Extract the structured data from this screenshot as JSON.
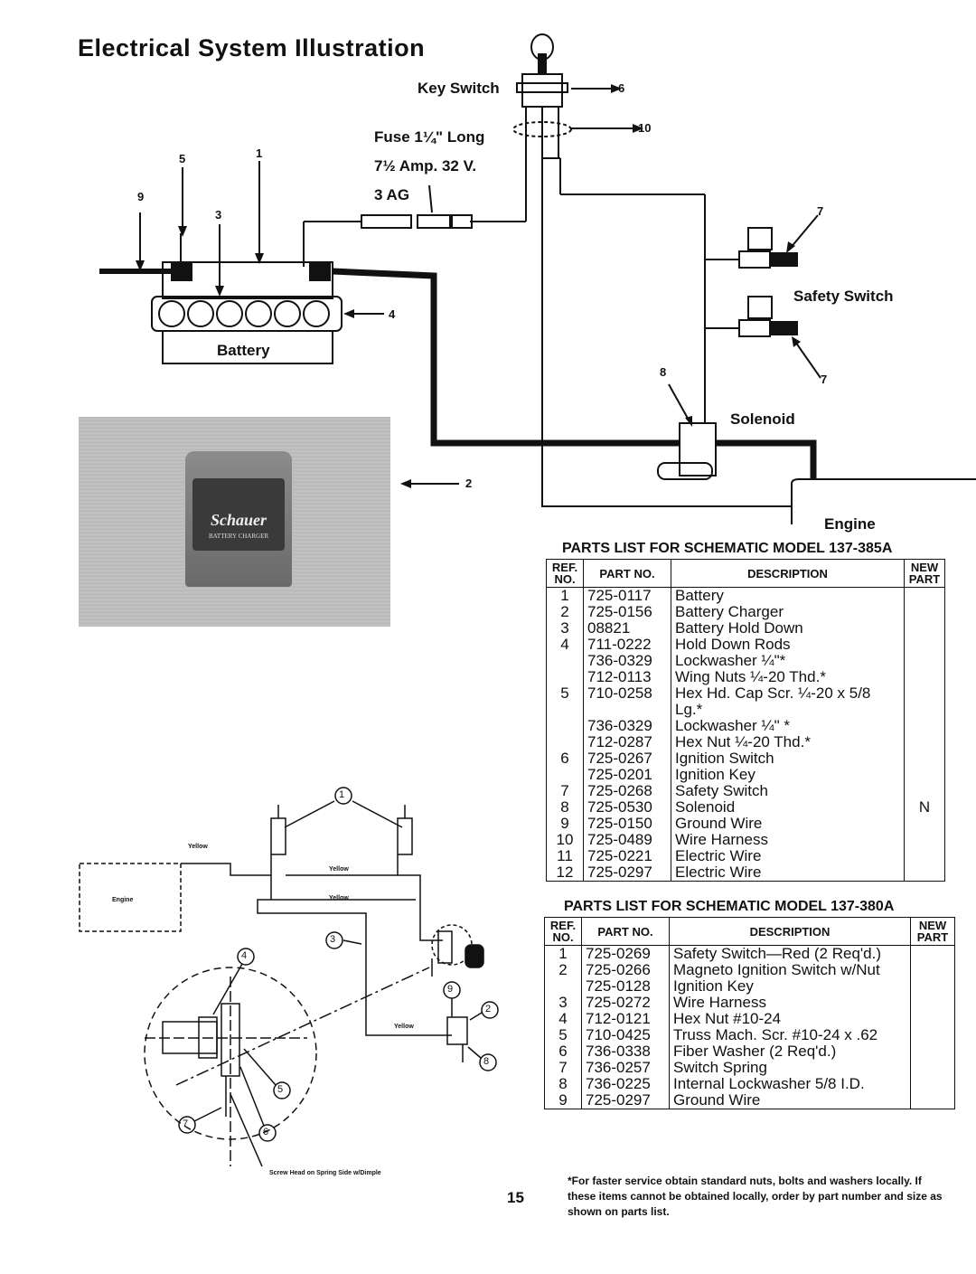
{
  "page": {
    "title": "Electrical System Illustration",
    "page_number": "15"
  },
  "schematic": {
    "labels": {
      "key_switch": "Key Switch",
      "fuse_line1": "Fuse 1¼\" Long",
      "fuse_line2": "7½ Amp. 32 V.",
      "fuse_line3": "3 AG",
      "safety_switch": "Safety Switch",
      "solenoid": "Solenoid",
      "battery": "Battery",
      "engine": "Engine"
    },
    "callouts": [
      "1",
      "2",
      "3",
      "4",
      "5",
      "6",
      "7",
      "7",
      "8",
      "9",
      "10"
    ]
  },
  "photo": {
    "brand": "Schauer",
    "sub": "BATTERY CHARGER"
  },
  "lower_diagram": {
    "wire_labels": [
      "Yellow",
      "Yellow",
      "Yellow",
      "Yellow"
    ],
    "engine": "Engine",
    "note": "Screw Head on Spring Side w/Dimple",
    "circled": [
      "1",
      "2",
      "3",
      "4",
      "5",
      "6",
      "7",
      "8",
      "9"
    ]
  },
  "table_385": {
    "heading": "PARTS LIST FOR SCHEMATIC MODEL 137-385A",
    "headers": [
      "REF. NO.",
      "PART NO.",
      "DESCRIPTION",
      "NEW PART"
    ],
    "rows": [
      [
        "1",
        "725-0117",
        "Battery",
        ""
      ],
      [
        "2",
        "725-0156",
        "Battery Charger",
        ""
      ],
      [
        "3",
        "08821",
        "Battery Hold Down",
        ""
      ],
      [
        "4",
        "711-0222",
        "Hold Down Rods",
        ""
      ],
      [
        "",
        "736-0329",
        "Lockwasher ¼\"*",
        ""
      ],
      [
        "",
        "712-0113",
        "Wing Nuts ¼-20 Thd.*",
        ""
      ],
      [
        "5",
        "710-0258",
        "Hex Hd. Cap Scr. ¼-20 x 5/8 Lg.*",
        ""
      ],
      [
        "",
        "736-0329",
        "Lockwasher ¼\" *",
        ""
      ],
      [
        "",
        "712-0287",
        "Hex Nut ¼-20 Thd.*",
        ""
      ],
      [
        "6",
        "725-0267",
        "Ignition Switch",
        ""
      ],
      [
        "",
        "725-0201",
        "Ignition Key",
        ""
      ],
      [
        "7",
        "725-0268",
        "Safety Switch",
        ""
      ],
      [
        "8",
        "725-0530",
        "Solenoid",
        "N"
      ],
      [
        "9",
        "725-0150",
        "Ground Wire",
        ""
      ],
      [
        "10",
        "725-0489",
        "Wire Harness",
        ""
      ],
      [
        "11",
        "725-0221",
        "Electric Wire",
        ""
      ],
      [
        "12",
        "725-0297",
        "Electric Wire",
        ""
      ]
    ]
  },
  "table_380": {
    "heading": "PARTS LIST FOR SCHEMATIC MODEL 137-380A",
    "headers": [
      "REF. NO.",
      "PART NO.",
      "DESCRIPTION",
      "NEW PART"
    ],
    "rows": [
      [
        "1",
        "725-0269",
        "Safety Switch—Red (2 Req'd.)",
        ""
      ],
      [
        "2",
        "725-0266",
        "Magneto Ignition Switch w/Nut",
        ""
      ],
      [
        "",
        "725-0128",
        "Ignition Key",
        ""
      ],
      [
        "3",
        "725-0272",
        "Wire Harness",
        ""
      ],
      [
        "4",
        "712-0121",
        "Hex Nut #10-24",
        ""
      ],
      [
        "5",
        "710-0425",
        "Truss Mach. Scr. #10-24 x .62",
        ""
      ],
      [
        "6",
        "736-0338",
        "Fiber Washer (2 Req'd.)",
        ""
      ],
      [
        "7",
        "736-0257",
        "Switch Spring",
        ""
      ],
      [
        "8",
        "736-0225",
        "Internal Lockwasher 5/8 I.D.",
        ""
      ],
      [
        "9",
        "725-0297",
        "Ground Wire",
        ""
      ]
    ]
  },
  "footnote": "*For faster service obtain standard nuts, bolts and washers locally. If these items cannot be obtained locally, order by part number and size as shown on parts list."
}
